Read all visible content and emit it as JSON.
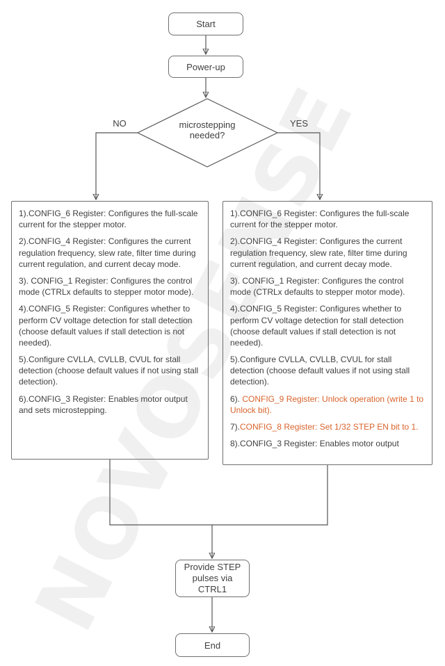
{
  "watermark": "NOVOSENSE",
  "colors": {
    "accent": "#d9632b",
    "line": "#555555",
    "text": "#3f3f3f"
  },
  "flow": {
    "start": "Start",
    "power_up": "Power-up",
    "decision": "microstepping\nneeded?",
    "no_label": "NO",
    "yes_label": "YES",
    "provide_step": "Provide STEP\npulses via\nCTRL1",
    "end": "End"
  },
  "left_box": {
    "steps": [
      {
        "prefix": "1).",
        "text": "CONFIG_6 Register: Configures the full-scale current for the stepper motor.",
        "highlight": false
      },
      {
        "prefix": "2).",
        "text": "CONFIG_4 Register: Configures the current regulation frequency, slew rate, filter time during current regulation, and current decay mode.",
        "highlight": false
      },
      {
        "prefix": "3). ",
        "text": "CONFIG_1 Register: Configures the control mode (CTRLx defaults to stepper motor mode).",
        "highlight": false
      },
      {
        "prefix": "4).",
        "text": "CONFIG_5 Register: Configures whether to perform CV voltage detection for stall detection (choose default values if stall detection is not needed).",
        "highlight": false
      },
      {
        "prefix": "5).",
        "text": "Configure CVLLA, CVLLB, CVUL for stall detection (choose default values if not using stall detection).",
        "highlight": false
      },
      {
        "prefix": "6).",
        "text": "CONFIG_3 Register: Enables motor output and sets microstepping.",
        "highlight": false
      }
    ]
  },
  "right_box": {
    "steps": [
      {
        "prefix": "1).",
        "text": "CONFIG_6 Register: Configures the full-scale current for the stepper motor.",
        "highlight": false
      },
      {
        "prefix": "2).",
        "text": "CONFIG_4 Register: Configures the current regulation  frequency, slew rate, filter time during current regulation, and current decay mode.",
        "highlight": false
      },
      {
        "prefix": "3). ",
        "text": "CONFIG_1 Register: Configures the control mode (CTRLx defaults to stepper motor mode).",
        "highlight": false
      },
      {
        "prefix": "4).",
        "text": "CONFIG_5 Register: Configures whether to perform CV voltage detection for stall detection (choose default values if stall detection is not needed).",
        "highlight": false
      },
      {
        "prefix": "5).",
        "text": "Configure CVLLA, CVLLB, CVUL for stall detection (choose default values if not using stall detection).",
        "highlight": false
      },
      {
        "prefix": "6). ",
        "text": "CONFIG_9 Register: Unlock operation (write 1 to Unlock bit).",
        "highlight": true
      },
      {
        "prefix": "7).",
        "text": "CONFIG_8 Register: Set 1/32 STEP EN bit to 1.",
        "highlight": true
      },
      {
        "prefix": "8).",
        "text": "CONFIG_3 Register: Enables motor output",
        "highlight": false
      }
    ]
  }
}
